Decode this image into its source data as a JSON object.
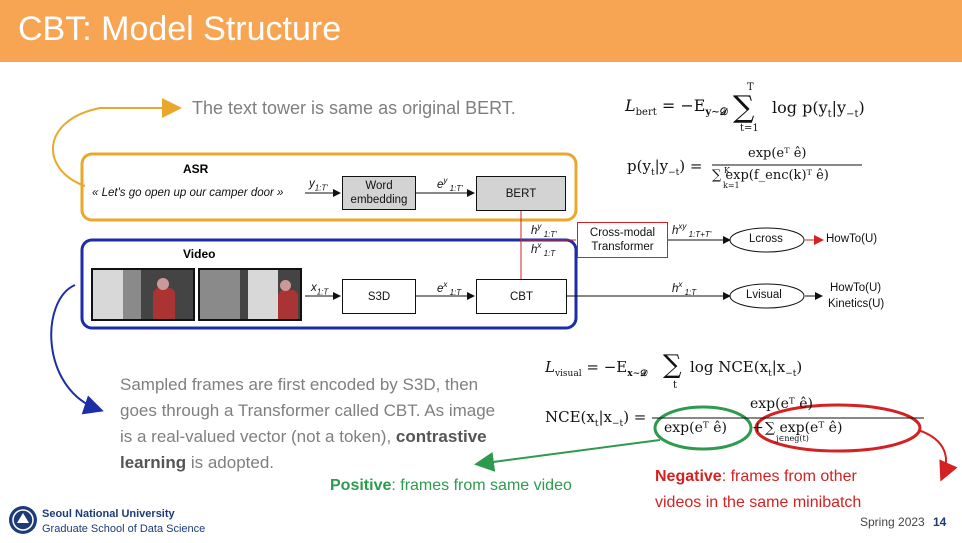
{
  "slide": {
    "title": "CBT: Model Structure",
    "colors": {
      "header": "#f7a552",
      "asr_box": "#e8a82c",
      "video_box": "#1b2ea6",
      "positive": "#2e9a4d",
      "negative": "#d42222"
    }
  },
  "annotations": {
    "text_tower": "The text tower is same as original BERT.",
    "sampled_1": "Sampled frames are first encoded by S3D, then",
    "sampled_2": "goes through a Transformer called CBT. As image",
    "sampled_3_pre": "is a real-valued vector (not a token), ",
    "sampled_3_bold": "contrastive",
    "sampled_4_bold": "learning",
    "sampled_4_post": " is adopted.",
    "positive_label": "Positive",
    "positive_text": ": frames from same video",
    "negative_label": "Negative",
    "negative_text": ": frames from other",
    "negative_text_2": "videos in the same minibatch"
  },
  "diagram": {
    "asr_label": "ASR",
    "asr_quote": "« Let's go open up our camper door »",
    "word_embedding_1": "Word",
    "word_embedding_2": "embedding",
    "bert": "BERT",
    "video_label": "Video",
    "s3d": "S3D",
    "cbt": "CBT",
    "cross_modal_1": "Cross-modal",
    "cross_modal_2": "Transformer",
    "lcross": "Lcross",
    "lvisual": "Lvisual",
    "howto_u": "HowTo(U)",
    "howto_u_2": "HowTo(U)",
    "kinetics_u": "Kinetics(U)",
    "var_y": "y",
    "var_y_sub": "1:T'",
    "var_ey": "e",
    "var_ey_sup": "y",
    "var_ey_sub": " 1:T'",
    "var_hy": "h",
    "var_hy_sup": "y",
    "var_hy_sub": " 1:T'",
    "var_hx": "h",
    "var_hx_sup": "x",
    "var_hx_sub": " 1:T",
    "var_hxy": "h",
    "var_hxy_sup": "xy",
    "var_hxy_sub": " 1:T+T'",
    "var_x": "x",
    "var_x_sub": "1:T",
    "var_ex": "e",
    "var_ex_sup": "x",
    "var_ex_sub": " 1:T",
    "var_hx2": "h",
    "var_hx2_sup": "x",
    "var_hx2_sub": " 1:T"
  },
  "equations": {
    "lbert_lhs": "L",
    "lbert_sub": "bert",
    "lbert_rhs": " = −E",
    "lbert_exp_sub": "y∼𝒟",
    "sum_top": "T",
    "sum_bottom": "t=1",
    "lbert_term": "log p(y",
    "lbert_term2": "|y",
    "lbert_term3": ")",
    "sub_t": "t",
    "sub_mt": "−t",
    "p_lhs": "p(y",
    "p_lhs2": "|y",
    "p_lhs3": ") = ",
    "p_num": "exp(eᵀ ê)",
    "p_den": "∑ exp(f_enc(k)ᵀ ê)",
    "p_den_top": "K",
    "p_den_bottom": "k=1",
    "lvis_lhs": "L",
    "lvis_sub": "visual",
    "lvis_rhs": " = −E",
    "lvis_exp_sub": "x∼𝒟",
    "lvis_term": "log NCE(x",
    "lvis_term2": "|x",
    "lvis_term3": ")",
    "lvis_sum_bottom": "t",
    "nce_lhs": "NCE(x",
    "nce_lhs2": "|x",
    "nce_lhs3": ") =",
    "nce_num": "exp(eᵀ ê)",
    "nce_den_pos": "exp(eᵀ ê)",
    "nce_plus": "+",
    "nce_den_neg": "∑ exp(eᵀ ê)",
    "nce_neg_sub": "j∈neg(t)"
  },
  "footer": {
    "university": "Seoul National University",
    "school": "Graduate School of Data Science",
    "term": "Spring 2023",
    "page": "14"
  },
  "icons": [
    "university-seal-icon",
    "arrow-icon"
  ]
}
